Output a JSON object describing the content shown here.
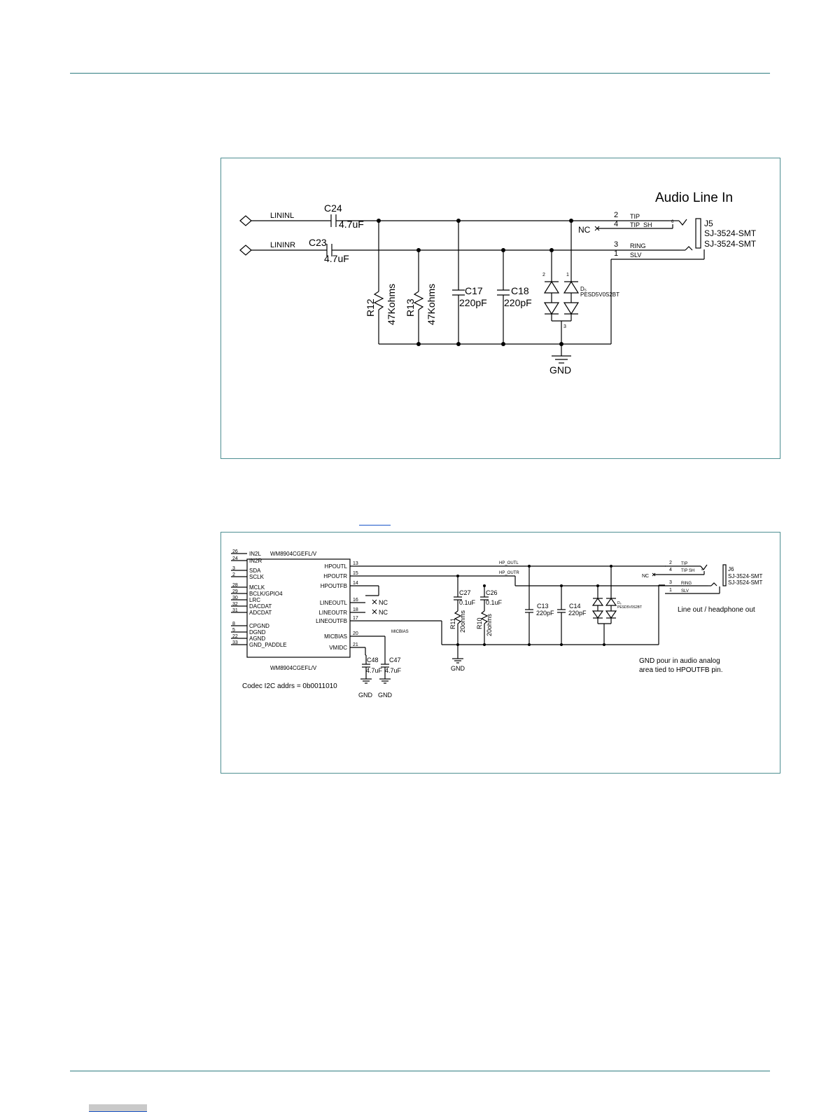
{
  "fig1": {
    "title": "Audio Line In",
    "net_left": "LININL",
    "net_right": "LININR",
    "c24_ref": "C24",
    "c24_val": "4.7uF",
    "c23_ref": "C23",
    "c23_val": "4.7uF",
    "r12_ref": "R12",
    "r12_val": "47Kohms",
    "r13_ref": "R13",
    "r13_val": "47Kohms",
    "c17_ref": "C17",
    "c17_val": "220pF",
    "c18_ref": "C18",
    "c18_val": "220pF",
    "diode_ref": "D₅",
    "diode_part": "PESD5V0S2BT",
    "pin_a": "2",
    "pin_b": "1",
    "pin_c": "3",
    "nc": "NC",
    "pins": [
      {
        "num": "2",
        "name": "TIP"
      },
      {
        "num": "4",
        "name": "TIP_SH"
      },
      {
        "num": "3",
        "name": "RING"
      },
      {
        "num": "1",
        "name": "SLV"
      }
    ],
    "jack_pin": "6",
    "jack_ref": "J5",
    "jack_part1": "SJ-3524-SMT",
    "jack_part2": "SJ-3524-SMT",
    "gnd": "GND"
  },
  "fig2": {
    "chip_name_top": "WM8904CGEFL/V",
    "chip_name_bottom": "WM8904CGEFL/V",
    "left_pins": [
      {
        "num": "26",
        "name": "IN2L"
      },
      {
        "num": "24",
        "name": "IN2R"
      },
      {
        "num": "3",
        "name": "SDA"
      },
      {
        "num": "2",
        "name": "SCLK"
      },
      {
        "num": "28",
        "name": "MCLK"
      },
      {
        "num": "29",
        "name": "BCLK/GPIO4"
      },
      {
        "num": "30",
        "name": "LRC"
      },
      {
        "num": "32",
        "name": "DACDAT"
      },
      {
        "num": "31",
        "name": "ADCDAT"
      },
      {
        "num": "8",
        "name": "CPGND"
      },
      {
        "num": "5",
        "name": "DGND"
      },
      {
        "num": "22",
        "name": "AGND"
      },
      {
        "num": "33",
        "name": "GND_PADDLE"
      }
    ],
    "right_pins": [
      {
        "num": "13",
        "name": "HPOUTL"
      },
      {
        "num": "15",
        "name": "HPOUTR"
      },
      {
        "num": "14",
        "name": "HPOUTFB"
      },
      {
        "num": "16",
        "name": "LINEOUTL"
      },
      {
        "num": "18",
        "name": "LINEOUTR"
      },
      {
        "num": "17",
        "name": "LINEOUTFB"
      },
      {
        "num": "20",
        "name": "MICBIAS"
      },
      {
        "num": "21",
        "name": "VMIDC"
      }
    ],
    "nc": "NC",
    "micbias_net": "MICBIAS",
    "hp_outl": "HP_OUTL",
    "hp_outr": "HP_OUTR",
    "c27_ref": "C27",
    "c27_val": "0.1uF",
    "c26_ref": "C26",
    "c26_val": "0.1uF",
    "r11_ref": "R11",
    "r11_val": "20ohms",
    "r10_ref": "R10",
    "r10_val": "20ohms",
    "c13_ref": "C13",
    "c13_val": "220pF",
    "c14_ref": "C14",
    "c14_val": "220pF",
    "diode_ref": "D₆",
    "diode_part": "PESD5V0S2BT",
    "c48_ref": "C48",
    "c48_val": "4.7uF",
    "c47_ref": "C47",
    "c47_val": "4.7uF",
    "gnd": "GND",
    "i2c_note": "Codec  I2C addrs = 0b0011010",
    "pins": [
      {
        "num": "2",
        "name": "TIP"
      },
      {
        "num": "4",
        "name": "TIP SH"
      },
      {
        "num": "3",
        "name": "RING"
      },
      {
        "num": "1",
        "name": "SLV"
      }
    ],
    "jack_pin": "6",
    "jack_ref": "J6",
    "jack_part1": "SJ-3524-SMT",
    "jack_part2": "SJ-3524-SMT",
    "line_out_note": "Line out / headphone out",
    "gnd_note1": "GND pour in audio analog",
    "gnd_note2": "area tied to HPOUTFB pin."
  }
}
